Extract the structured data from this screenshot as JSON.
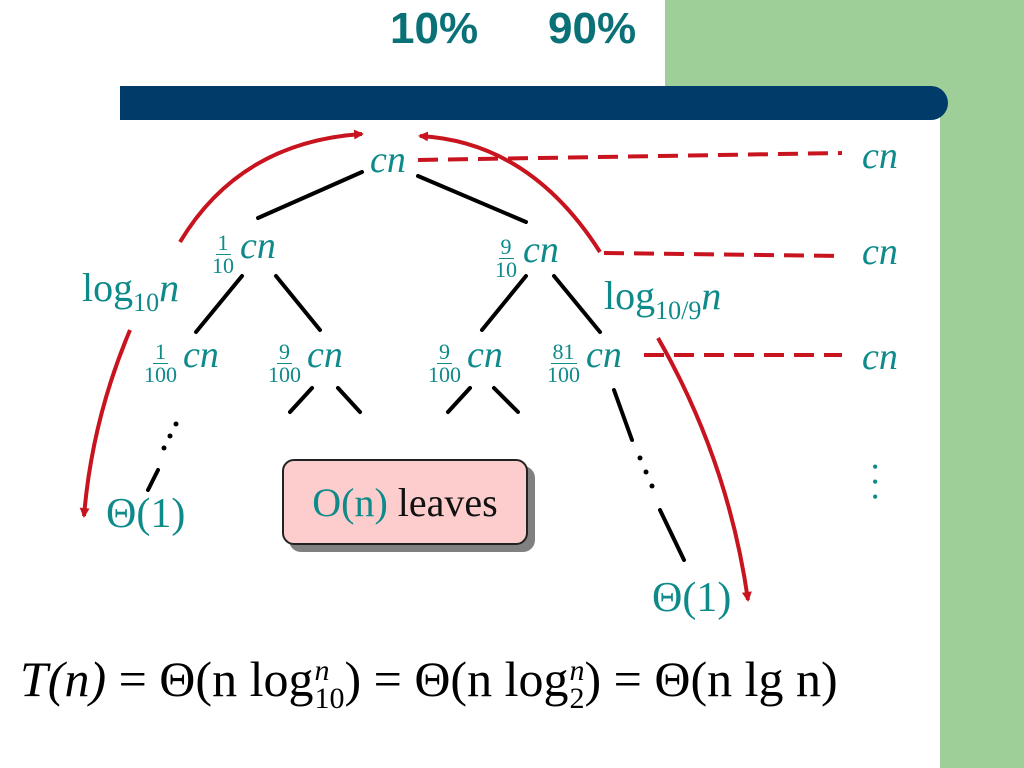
{
  "header": {
    "pct_left": "10%",
    "pct_right": "90%"
  },
  "tree": {
    "root": "cn",
    "level1": [
      {
        "num": "1",
        "den": "10",
        "var": "cn"
      },
      {
        "num": "9",
        "den": "10",
        "var": "cn"
      }
    ],
    "level2": [
      {
        "num": "1",
        "den": "100",
        "var": "cn"
      },
      {
        "num": "9",
        "den": "100",
        "var": "cn"
      },
      {
        "num": "9",
        "den": "100",
        "var": "cn"
      },
      {
        "num": "81",
        "den": "100",
        "var": "cn"
      }
    ],
    "leaf_left": "Θ(1)",
    "leaf_right": "Θ(1)"
  },
  "depth_labels": {
    "left": {
      "base": "log",
      "sub": "10",
      "arg": "n"
    },
    "right": {
      "base": "log",
      "sub": "10/9",
      "arg": "n"
    }
  },
  "level_costs": [
    "cn",
    "cn",
    "cn"
  ],
  "leaves_box": {
    "on": "O(n)",
    "text": "leaves"
  },
  "formula": {
    "lhs": "T(n)",
    "part1_pre": "= Θ(n log",
    "part1_sup": "n",
    "part1_sub": "10",
    "part1_post": ")",
    "part2_pre": "= Θ(n log",
    "part2_sup": "n",
    "part2_sub": "2",
    "part2_post": ")",
    "part3": "= Θ(n lg n)"
  },
  "colors": {
    "teal": "#0f8a8a",
    "red": "#c8141e",
    "navy": "#003b6a",
    "green": "#9fcf99",
    "box_fill": "#fdcdcd"
  }
}
